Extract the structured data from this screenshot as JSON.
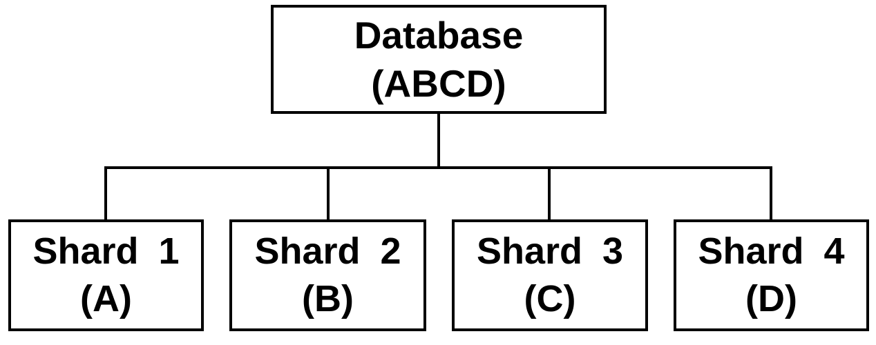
{
  "root": {
    "title": "Database",
    "subtitle": "(ABCD)"
  },
  "shards": [
    {
      "title": "Shard 1",
      "subtitle": "(A)"
    },
    {
      "title": "Shard 2",
      "subtitle": "(B)"
    },
    {
      "title": "Shard 3",
      "subtitle": "(C)"
    },
    {
      "title": "Shard 4",
      "subtitle": "(D)"
    }
  ],
  "colors": {
    "line": "#000000",
    "text": "#000000",
    "background": "#ffffff"
  }
}
